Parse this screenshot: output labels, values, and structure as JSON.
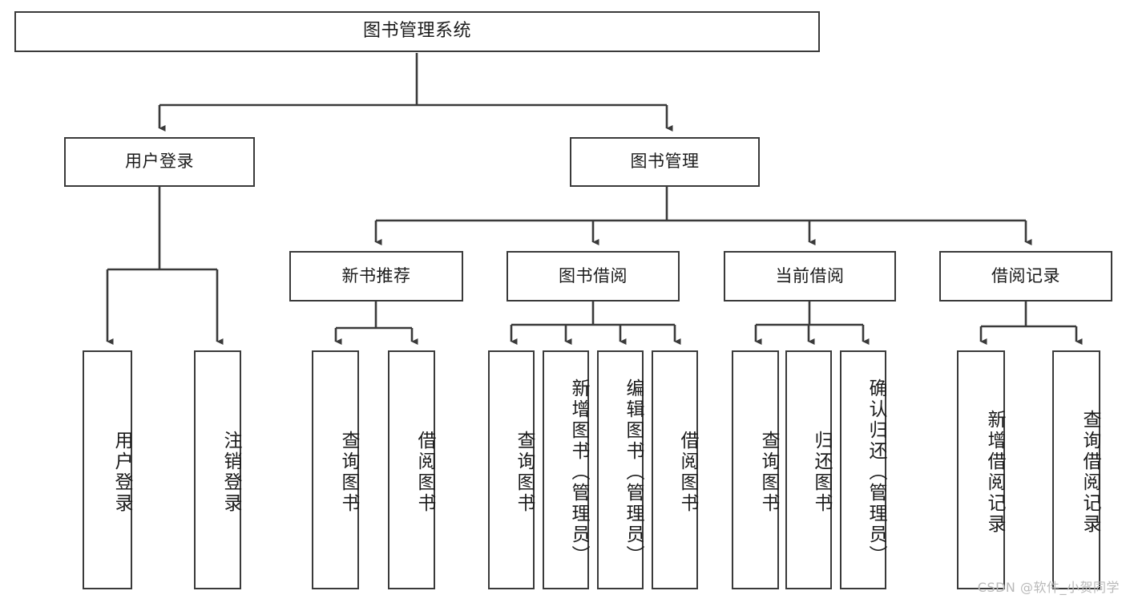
{
  "diagram": {
    "type": "tree-hierarchy",
    "title": "图书管理系统",
    "watermark": "CSDN @软件_小贺同学",
    "colors": {
      "box_border": "#3a3a3a",
      "line": "#3a3a3a",
      "background": "#ffffff",
      "text": "#1b1b1b",
      "watermark": "#b9b9b9"
    },
    "root": {
      "label": "图书管理系统"
    },
    "level2": [
      {
        "id": "user-login",
        "label": "用户登录"
      },
      {
        "id": "book-management",
        "label": "图书管理"
      }
    ],
    "level3": [
      {
        "id": "new-book-recommend",
        "label": "新书推荐",
        "parent": "book-management"
      },
      {
        "id": "book-borrow",
        "label": "图书借阅",
        "parent": "book-management"
      },
      {
        "id": "current-borrow",
        "label": "当前借阅",
        "parent": "book-management"
      },
      {
        "id": "borrow-record",
        "label": "借阅记录",
        "parent": "book-management"
      }
    ],
    "leaves": [
      {
        "id": "leaf-user-login",
        "label": "用户登录",
        "parent": "user-login"
      },
      {
        "id": "leaf-user-logout",
        "label": "注销登录",
        "parent": "user-login"
      },
      {
        "id": "leaf-query-book-1",
        "label": "查询图书",
        "parent": "new-book-recommend"
      },
      {
        "id": "leaf-borrow-book-1",
        "label": "借阅图书",
        "parent": "new-book-recommend"
      },
      {
        "id": "leaf-query-book-2",
        "label": "查询图书",
        "parent": "book-borrow"
      },
      {
        "id": "leaf-add-book",
        "label": "新增图书（管理员）",
        "parent": "book-borrow"
      },
      {
        "id": "leaf-edit-book",
        "label": "编辑图书（管理员）",
        "parent": "book-borrow"
      },
      {
        "id": "leaf-borrow-book-2",
        "label": "借阅图书",
        "parent": "book-borrow"
      },
      {
        "id": "leaf-query-book-3",
        "label": "查询图书",
        "parent": "current-borrow"
      },
      {
        "id": "leaf-return-book",
        "label": "归还图书",
        "parent": "current-borrow"
      },
      {
        "id": "leaf-confirm-return",
        "label": "确认归还（管理员）",
        "parent": "current-borrow"
      },
      {
        "id": "leaf-add-record",
        "label": "新增借阅记录",
        "parent": "borrow-record"
      },
      {
        "id": "leaf-query-record",
        "label": "查询借阅记录",
        "parent": "borrow-record"
      }
    ]
  }
}
